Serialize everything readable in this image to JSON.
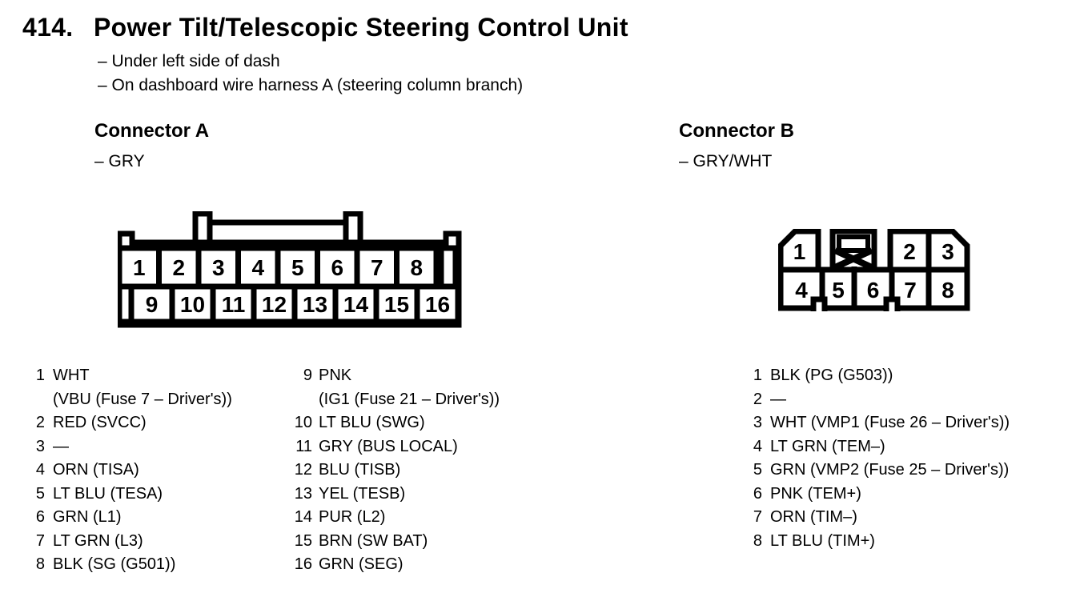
{
  "page": {
    "number": "414.",
    "title": "Power Tilt/Telescopic Steering Control Unit",
    "location_notes": [
      "– Under left side of dash",
      "– On dashboard wire harness A (steering column branch)"
    ]
  },
  "connector_a": {
    "heading": "Connector A",
    "color_note": "– GRY",
    "pins_top": [
      "1",
      "2",
      "3",
      "4",
      "5",
      "6",
      "7",
      "8"
    ],
    "pins_bottom": [
      "9",
      "10",
      "11",
      "12",
      "13",
      "14",
      "15",
      "16"
    ],
    "pin_list_left": [
      {
        "num": "1",
        "line1": "WHT",
        "line2": "(VBU (Fuse 7 – Driver's))"
      },
      {
        "num": "2",
        "line1": "RED (SVCC)"
      },
      {
        "num": "3",
        "line1": "—"
      },
      {
        "num": "4",
        "line1": "ORN (TISA)"
      },
      {
        "num": "5",
        "line1": "LT BLU (TESA)"
      },
      {
        "num": "6",
        "line1": "GRN (L1)"
      },
      {
        "num": "7",
        "line1": "LT GRN (L3)"
      },
      {
        "num": "8",
        "line1": "BLK (SG (G501))"
      }
    ],
    "pin_list_right": [
      {
        "num": "9",
        "line1": "PNK",
        "line2": "(IG1 (Fuse 21 – Driver's))"
      },
      {
        "num": "10",
        "line1": "LT BLU (SWG)"
      },
      {
        "num": "11",
        "line1": "GRY (BUS LOCAL)"
      },
      {
        "num": "12",
        "line1": "BLU (TISB)"
      },
      {
        "num": "13",
        "line1": "YEL (TESB)"
      },
      {
        "num": "14",
        "line1": "PUR (L2)"
      },
      {
        "num": "15",
        "line1": "BRN (SW BAT)"
      },
      {
        "num": "16",
        "line1": "GRN (SEG)"
      }
    ]
  },
  "connector_b": {
    "heading": "Connector B",
    "color_note": "– GRY/WHT",
    "pins_top": [
      "1",
      "2",
      "3"
    ],
    "pins_bottom": [
      "4",
      "5",
      "6",
      "7",
      "8"
    ],
    "pin_list": [
      {
        "num": "1",
        "line1": "BLK (PG (G503))"
      },
      {
        "num": "2",
        "line1": "—"
      },
      {
        "num": "3",
        "line1": "WHT (VMP1 (Fuse 26 – Driver's))"
      },
      {
        "num": "4",
        "line1": "LT GRN (TEM–)"
      },
      {
        "num": "5",
        "line1": "GRN (VMP2 (Fuse 25 – Driver's))"
      },
      {
        "num": "6",
        "line1": "PNK (TEM+)"
      },
      {
        "num": "7",
        "line1": "ORN (TIM–)"
      },
      {
        "num": "8",
        "line1": "LT BLU (TIM+)"
      }
    ]
  },
  "colors": {
    "ink": "#000000",
    "paper": "#ffffff"
  }
}
